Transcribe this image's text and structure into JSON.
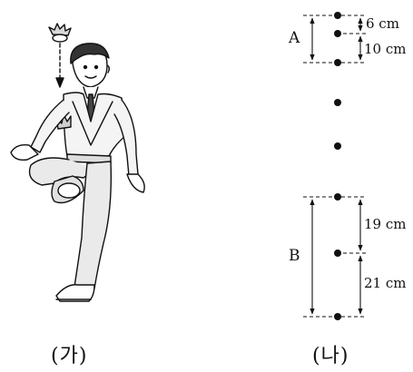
{
  "panel_left": {
    "caption": "(가)",
    "illustration": "man-kicking-shuttlecock"
  },
  "panel_right": {
    "caption": "(나)",
    "section_a_label": "A",
    "section_b_label": "B",
    "gap_1": "6 cm",
    "gap_2": "10 cm",
    "gap_3": "19 cm",
    "gap_4": "21 cm"
  }
}
